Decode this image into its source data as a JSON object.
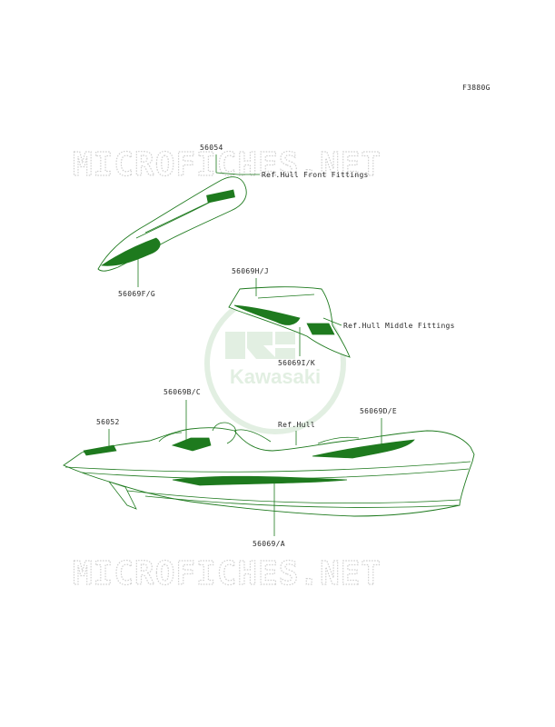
{
  "figure_code": "F3880G",
  "watermark": {
    "text": "MICROFICHES.NET"
  },
  "logo": {
    "text": "Kawasaki"
  },
  "callouts": {
    "p56054": "56054",
    "front_fittings": "Ref.Hull Front Fittings",
    "p56069fg": "56069F/G",
    "p56069hj": "56069H/J",
    "middle_fittings": "Ref.Hull Middle Fittings",
    "p56069ik": "56069I/K",
    "p56069bc": "56069B/C",
    "p56052": "56052",
    "ref_hull": "Ref.Hull",
    "p56069de": "56069D/E",
    "p56069a": "56069/A"
  },
  "colors": {
    "line": "#1e7a1e",
    "watermark": "#cfcfcf",
    "logo": "#e2efe2",
    "text": "#2a2a2a"
  }
}
